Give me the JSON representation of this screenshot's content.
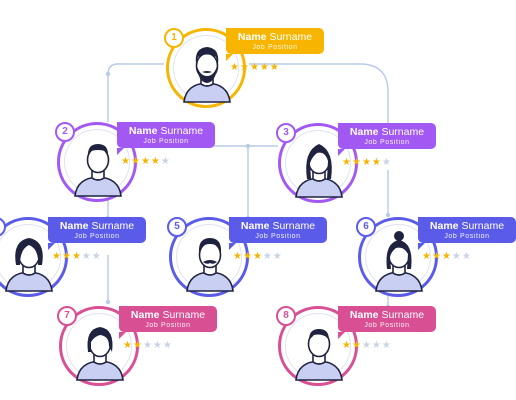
{
  "colors": {
    "connector": "#b8cbe6",
    "avatar_body": "#c9cff3",
    "skin": "#ffffff",
    "hair": "#1f2340",
    "star_on": "#f4b400",
    "star_off": "#c9d3e6"
  },
  "max_stars": 5,
  "nodes": [
    {
      "id": "1",
      "name_first": "Name",
      "name_last": "Surname",
      "job": "Job Position",
      "stars": 5,
      "color": "#f7b500",
      "avatar": "man-beard-icon"
    },
    {
      "id": "2",
      "name_first": "Name",
      "name_last": "Surname",
      "job": "Job Position",
      "stars": 4,
      "color": "#a259f3",
      "avatar": "man-icon"
    },
    {
      "id": "3",
      "name_first": "Name",
      "name_last": "Surname",
      "job": "Job Position",
      "stars": 4,
      "color": "#a259f3",
      "avatar": "woman-long-hair-icon"
    },
    {
      "id": "4",
      "name_first": "Name",
      "name_last": "Surname",
      "job": "Job Position",
      "stars": 3,
      "color": "#5b5bea",
      "avatar": "woman-bob-icon"
    },
    {
      "id": "5",
      "name_first": "Name",
      "name_last": "Surname",
      "job": "Job Position",
      "stars": 3,
      "color": "#5b5bea",
      "avatar": "man-mustache-icon"
    },
    {
      "id": "6",
      "name_first": "Name",
      "name_last": "Surname",
      "job": "Job Position",
      "stars": 3,
      "color": "#5b5bea",
      "avatar": "woman-bun-icon"
    },
    {
      "id": "7",
      "name_first": "Name",
      "name_last": "Surname",
      "job": "Job Position",
      "stars": 2,
      "color": "#d94f93",
      "avatar": "woman-short-hair-icon"
    },
    {
      "id": "8",
      "name_first": "Name",
      "name_last": "Surname",
      "job": "Job Position",
      "stars": 2,
      "color": "#d94f93",
      "avatar": "man-short-hair-icon"
    }
  ]
}
